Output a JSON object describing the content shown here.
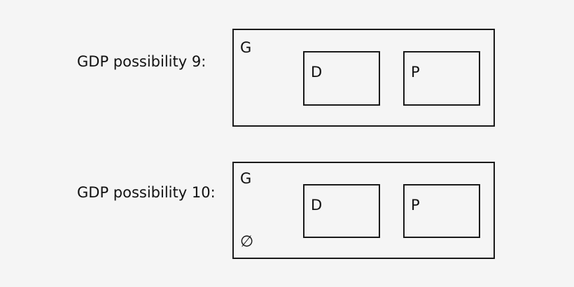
{
  "diagram": {
    "rows": [
      {
        "label": "GDP possibility 9:",
        "outer": {
          "letter": "G"
        },
        "inner": [
          {
            "letter": "D"
          },
          {
            "letter": "P"
          }
        ],
        "empty_symbol": null
      },
      {
        "label": "GDP possibility 10:",
        "outer": {
          "letter": "G"
        },
        "inner": [
          {
            "letter": "D"
          },
          {
            "letter": "P"
          }
        ],
        "empty_symbol": "∅"
      }
    ]
  }
}
